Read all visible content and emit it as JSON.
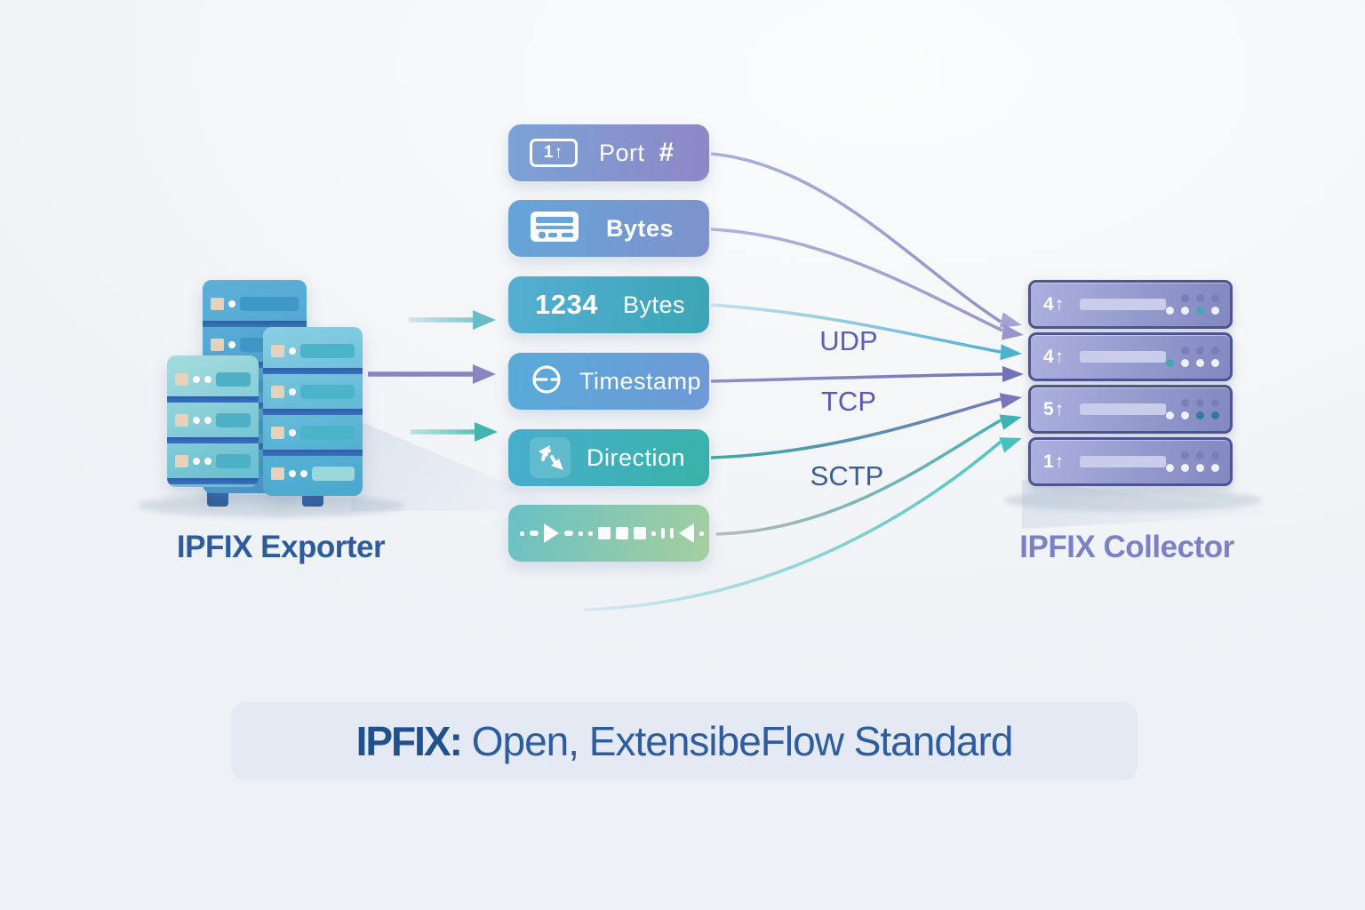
{
  "diagram_title": "IPFIX flow export diagram",
  "exporter": {
    "label": "IPFIX Exporter",
    "label_color": "#2c5c9d"
  },
  "collector": {
    "label": "IPFIX Collector",
    "label_color": "#7c81c7",
    "body_color": "#8d93c8",
    "frame_color": "#4c5492",
    "units": [
      {
        "label": "4↑",
        "leds_top": [
          "p",
          "p",
          "p"
        ],
        "leds_bottom": [
          "w",
          "w",
          "t",
          "w"
        ]
      },
      {
        "label": "4↑",
        "leds_top": [
          "p",
          "p",
          "p"
        ],
        "leds_bottom": [
          "t",
          "w",
          "w",
          "w"
        ]
      },
      {
        "label": "5↑",
        "leds_top": [
          "p",
          "p",
          "p"
        ],
        "leds_bottom": [
          "w",
          "w",
          "d",
          "d"
        ]
      },
      {
        "label": "1↑",
        "leds_top": [
          "p",
          "p",
          "p"
        ],
        "leds_bottom": [
          "w",
          "w",
          "w",
          "w"
        ]
      }
    ]
  },
  "cards": [
    {
      "icon": "port-number-icon",
      "icon_text": "1↑",
      "text_primary": "Port",
      "text_secondary": "#",
      "colors": [
        "#7ba2d6",
        "#8e87c6"
      ]
    },
    {
      "icon": "packet-card-icon",
      "icon_text": "",
      "text_primary": "Bytes",
      "text_secondary": "",
      "colors": [
        "#64a5d8",
        "#7e92cc"
      ]
    },
    {
      "icon": "none",
      "icon_text": "",
      "text_primary": "1234",
      "text_secondary": "Bytes",
      "colors": [
        "#55aed2",
        "#3ba6b6"
      ]
    },
    {
      "icon": "clock-icon",
      "icon_text": "",
      "text_primary": "Timestamp",
      "text_secondary": "",
      "colors": [
        "#58aad8",
        "#6f99d8"
      ]
    },
    {
      "icon": "direction-arrows-icon",
      "icon_text": "",
      "text_primary": "Direction",
      "text_secondary": "",
      "colors": [
        "#48aecd",
        "#38b2a8"
      ]
    },
    {
      "icon": "stream-icon",
      "icon_text": "",
      "text_primary": "",
      "text_secondary": "",
      "colors": [
        "#68c0c6",
        "#a6cf9e"
      ]
    }
  ],
  "protocols": [
    {
      "label": "UDP",
      "color": "#5a5fb6"
    },
    {
      "label": "TCP",
      "color": "#6156b6"
    },
    {
      "label": "SCTP",
      "color": "#3c5c96"
    }
  ],
  "caption": {
    "prefix": "IPFIX:",
    "text": " Open, ExtensibeFlow Standard",
    "bg": "#e5e9f4",
    "color": "#2d5d9f"
  },
  "exporter_servers_color": "#4aa0ce",
  "background_color": "#f4f6f8"
}
